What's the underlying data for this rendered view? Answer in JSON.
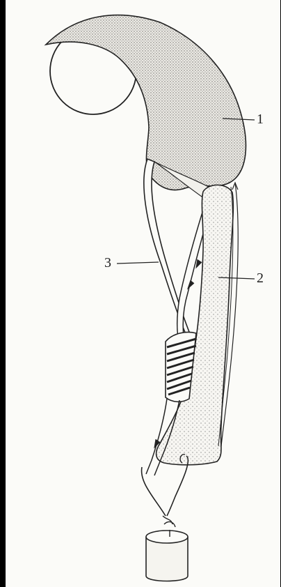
{
  "diagram": {
    "labels": [
      {
        "id": "1",
        "text": "1"
      },
      {
        "id": "2",
        "text": "2"
      },
      {
        "id": "3",
        "text": "3"
      }
    ],
    "colors": {
      "frame": "#000000",
      "paper": "#fbfbf8",
      "ink": "#222222",
      "stipple": "#9a9a9a"
    }
  }
}
